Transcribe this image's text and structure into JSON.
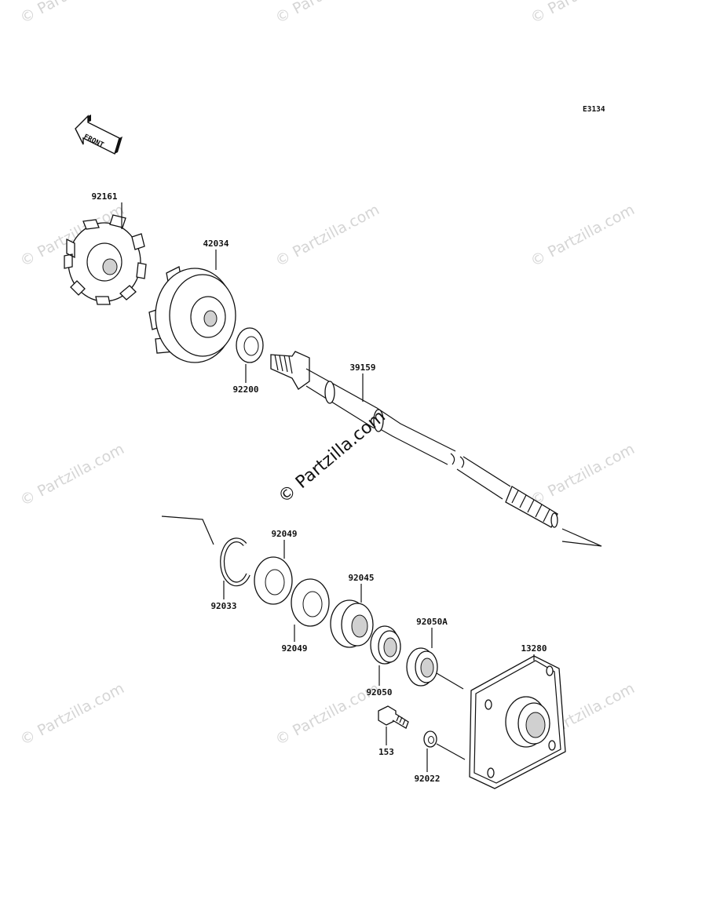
{
  "diagram": {
    "code": "E3134",
    "front_label": "FRONT",
    "watermark_text": "© Partzilla.com",
    "center_watermark": "© Partzilla.com",
    "parts": [
      {
        "id": "92161",
        "label": "92161"
      },
      {
        "id": "42034",
        "label": "42034"
      },
      {
        "id": "92200",
        "label": "92200"
      },
      {
        "id": "39159",
        "label": "39159"
      },
      {
        "id": "92049a",
        "label": "92049"
      },
      {
        "id": "92033",
        "label": "92033"
      },
      {
        "id": "92049b",
        "label": "92049"
      },
      {
        "id": "92045",
        "label": "92045"
      },
      {
        "id": "92050A",
        "label": "92050A"
      },
      {
        "id": "13280",
        "label": "13280"
      },
      {
        "id": "92050",
        "label": "92050"
      },
      {
        "id": "153",
        "label": "153"
      },
      {
        "id": "92022",
        "label": "92022"
      }
    ]
  }
}
